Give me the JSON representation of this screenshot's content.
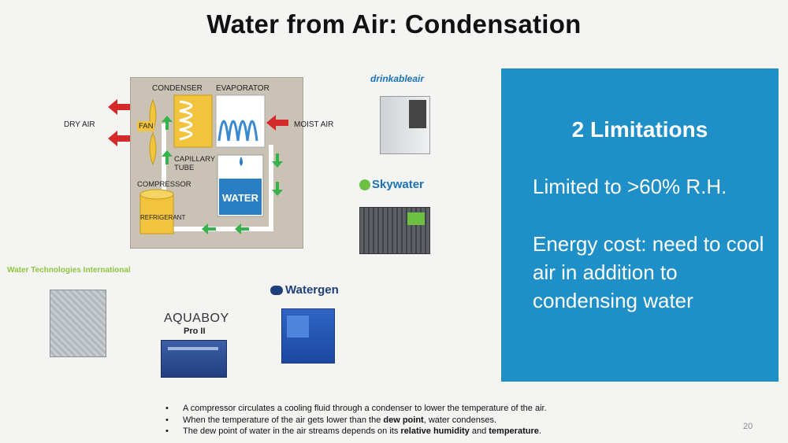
{
  "slide": {
    "title": "Water from Air: Condensation",
    "page_number": "20"
  },
  "diagram": {
    "condenser": "CONDENSER",
    "evaporator": "EVAPORATOR",
    "fan": "FAN",
    "dry_air": "DRY AIR",
    "moist_air": "MOIST AIR",
    "capillary_tube": "CAPILLARY TUBE",
    "compressor": "COMPRESSOR",
    "water": "WATER",
    "refrigerant": "REFRIGERANT"
  },
  "brands": {
    "drinkable_air": "drinkable air",
    "skywater": "Skywater",
    "water_tech": "Water Technologies International",
    "aquaboy": "AQUABOY",
    "aquaboy_model": "Pro II",
    "watergen": "Watergen"
  },
  "panel": {
    "heading": "2 Limitations",
    "point1": "Limited to >60% R.H.",
    "point2": "Energy cost: need to cool air in addition to condensing water",
    "color": "#1f8fc7"
  },
  "bullets": {
    "b1": "A compressor circulates a cooling fluid through a condenser to lower the temperature of the air.",
    "b2_pre": "When the temperature of the air gets lower than the ",
    "b2_bold": "dew point",
    "b2_post": ", water condenses.",
    "b3_pre": "The dew point of water in the air streams depends on its ",
    "b3_bold1": "relative humidity",
    "b3_mid": " and ",
    "b3_bold2": "temperature",
    "b3_post": "."
  }
}
